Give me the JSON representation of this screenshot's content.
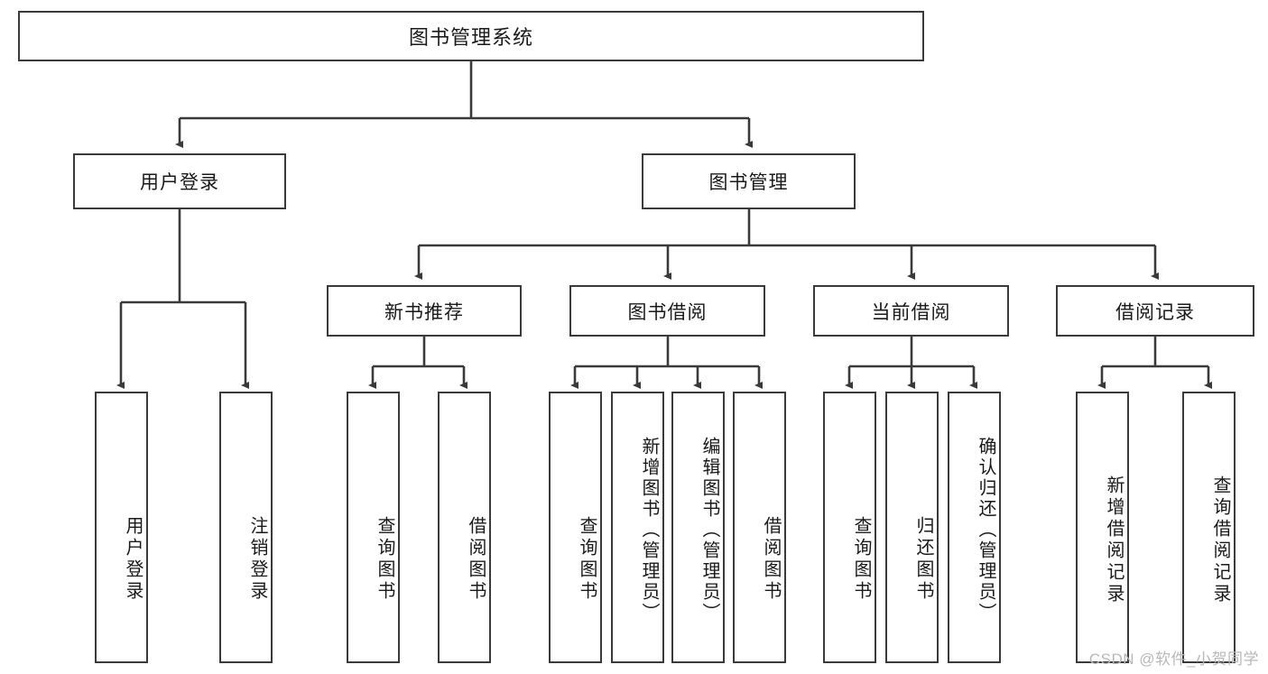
{
  "diagram": {
    "type": "tree",
    "title": "图书管理系统",
    "root": {
      "label": "图书管理系统"
    },
    "level2": [
      {
        "label": "用户登录"
      },
      {
        "label": "图书管理"
      }
    ],
    "level3": [
      {
        "label": "新书推荐"
      },
      {
        "label": "图书借阅"
      },
      {
        "label": "当前借阅"
      },
      {
        "label": "借阅记录"
      }
    ],
    "leaves": {
      "user_login": [
        {
          "label": "用户登录"
        },
        {
          "label": "注销登录"
        }
      ],
      "new_book_recommend": [
        {
          "label": "查询图书"
        },
        {
          "label": "借阅图书"
        }
      ],
      "book_borrow": [
        {
          "label": "查询图书"
        },
        {
          "label": "新增图书（管理员）"
        },
        {
          "label": "编辑图书（管理员）"
        },
        {
          "label": "借阅图书"
        }
      ],
      "current_borrow": [
        {
          "label": "查询图书"
        },
        {
          "label": "归还图书"
        },
        {
          "label": "确认归还（管理员）"
        }
      ],
      "borrow_record": [
        {
          "label": "新增借阅记录"
        },
        {
          "label": "查询借阅记录"
        }
      ]
    }
  },
  "watermark": {
    "text": "CSDN @软件_小贺同学"
  },
  "colors": {
    "border": "#3a3a3a",
    "text": "#1a1a1a",
    "background": "#ffffff",
    "watermark": "#b8b8b8"
  }
}
